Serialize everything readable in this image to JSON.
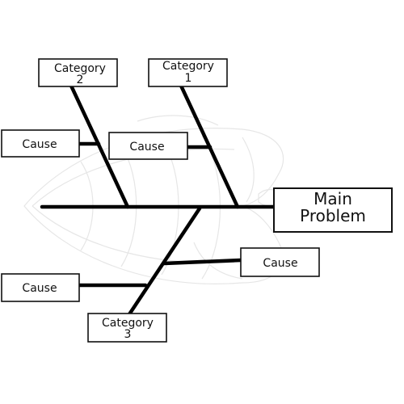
{
  "main_problem": {
    "line1": "Main",
    "line2": "Problem"
  },
  "categories": [
    {
      "line1": "Category",
      "line2": "2"
    },
    {
      "line1": "Category",
      "line2": "1"
    },
    {
      "line1": "Category",
      "line2": "3"
    }
  ],
  "causes": [
    "Cause",
    "Cause",
    "Cause",
    "Cause"
  ],
  "colors": {
    "ink": "#111111",
    "bone": "#000000",
    "watermark": "#e6e6e6"
  }
}
